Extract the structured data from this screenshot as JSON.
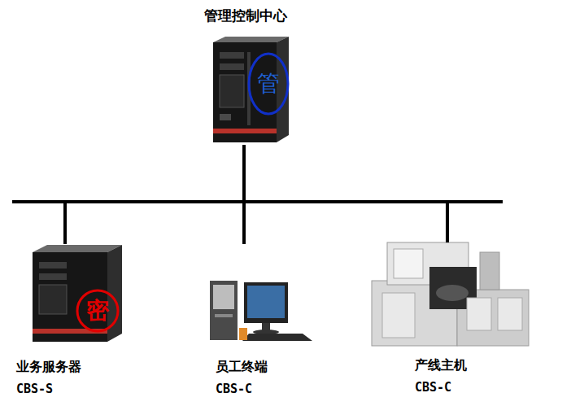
{
  "diagram": {
    "nodes": [
      {
        "text": [
          "管理控制中心",
          "管"
        ]
      },
      {
        "text": [
          "密",
          "业务服务器",
          "CBS-S"
        ]
      },
      {
        "text": [
          "员工终端",
          "CBS-C"
        ]
      },
      {
        "text": [
          "产线主机",
          "CBS-C"
        ]
      }
    ],
    "edges": [
      {
        "from": 0,
        "to": 1,
        "arrow": "none"
      },
      {
        "from": 0,
        "to": 2,
        "arrow": "none"
      },
      {
        "from": 0,
        "to": 3,
        "arrow": "none"
      }
    ]
  }
}
